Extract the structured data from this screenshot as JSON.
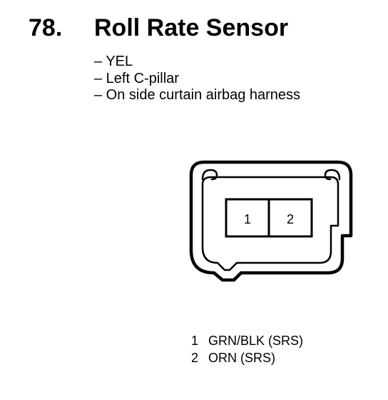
{
  "title": {
    "number": "78.",
    "name": "Roll Rate Sensor"
  },
  "details": [
    "– YEL",
    "– Left C-pillar",
    "– On side curtain airbag harness"
  ],
  "connector": {
    "cavities": [
      "1",
      "2"
    ]
  },
  "pins": [
    {
      "number": "1",
      "wire": "GRN/BLK (SRS)"
    },
    {
      "number": "2",
      "wire": "ORN (SRS)"
    }
  ]
}
